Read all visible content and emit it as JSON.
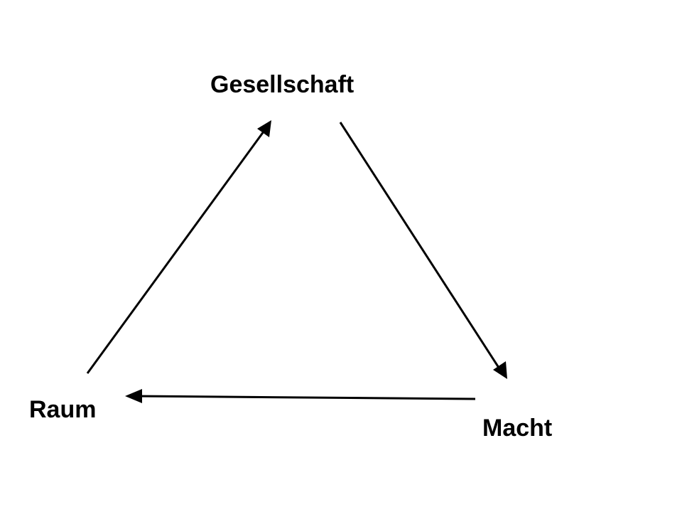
{
  "nodes": {
    "top": {
      "label": "Gesellschaft"
    },
    "left": {
      "label": "Raum"
    },
    "right": {
      "label": "Macht"
    }
  },
  "edges": [
    {
      "from": "Raum",
      "to": "Gesellschaft"
    },
    {
      "from": "Gesellschaft",
      "to": "Macht"
    },
    {
      "from": "Macht",
      "to": "Raum"
    }
  ],
  "colors": {
    "background": "#ffffff",
    "stroke": "#000000",
    "text": "#000000"
  }
}
